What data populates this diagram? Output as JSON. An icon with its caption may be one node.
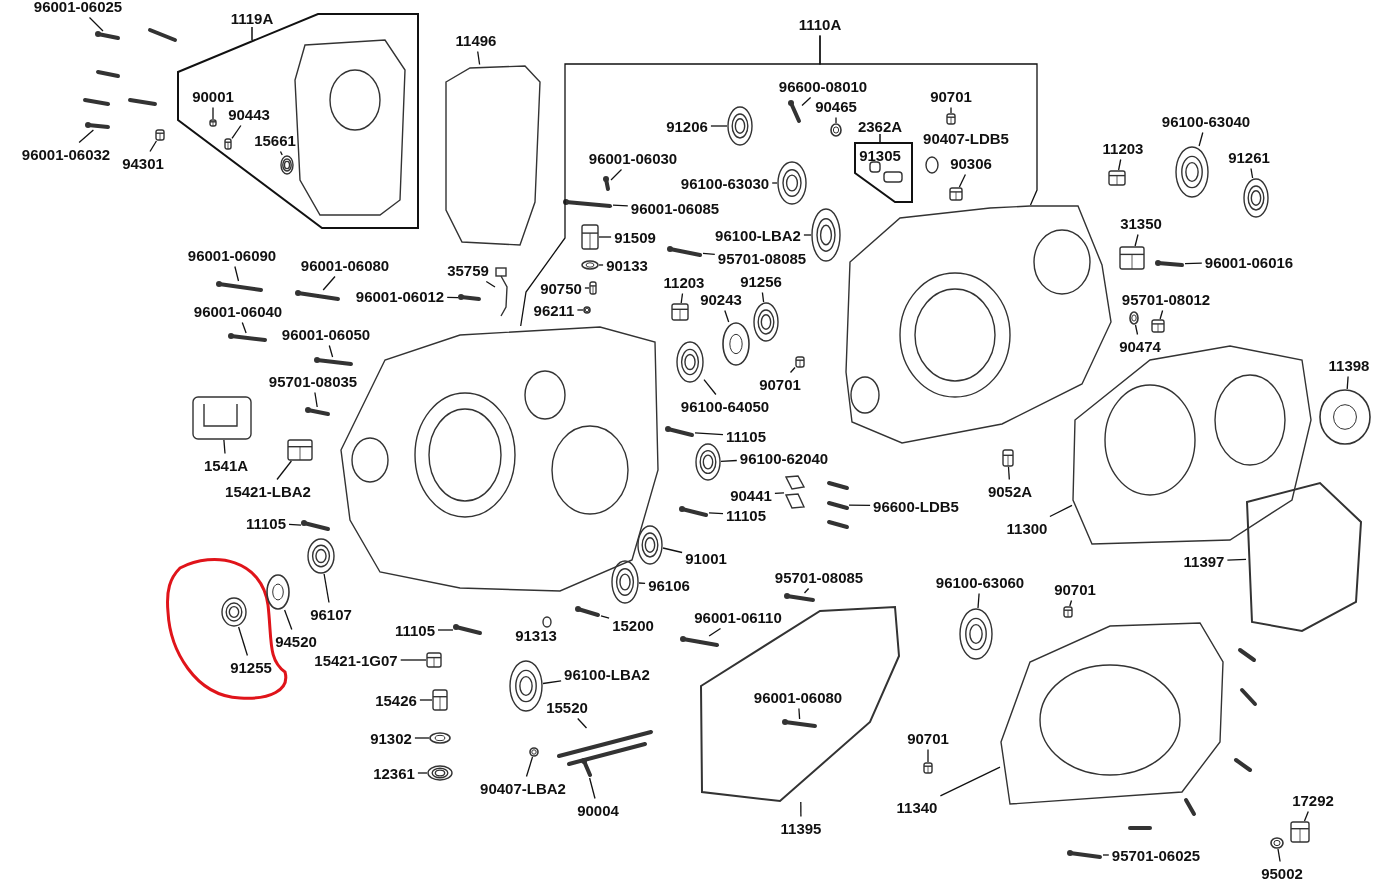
{
  "diagram": {
    "nodes": [
      {
        "text": [
          "96001-06025"
        ]
      },
      {
        "text": [
          "1119A"
        ]
      },
      {
        "text": [
          "90001"
        ],
        "in": 1
      },
      {
        "text": [
          "90443"
        ],
        "in": 1
      },
      {
        "text": [
          "15661"
        ],
        "in": 1
      },
      {
        "text": [
          "96001-06032"
        ]
      },
      {
        "text": [
          "94301"
        ]
      },
      {
        "text": [
          "11496"
        ]
      },
      {
        "text": [
          "1110A"
        ]
      },
      {
        "text": [
          "96600-08010"
        ]
      },
      {
        "text": [
          "90465"
        ]
      },
      {
        "text": [
          "90701"
        ]
      },
      {
        "text": [
          "91206"
        ]
      },
      {
        "text": [
          "2362A"
        ]
      },
      {
        "text": [
          "91305"
        ],
        "in": 13
      },
      {
        "text": [
          "90407-LDB5"
        ]
      },
      {
        "text": [
          "90306"
        ]
      },
      {
        "text": [
          "96100-63040"
        ]
      },
      {
        "text": [
          "11203"
        ]
      },
      {
        "text": [
          "91261"
        ]
      },
      {
        "text": [
          "96001-06030"
        ]
      },
      {
        "text": [
          "96100-63030"
        ]
      },
      {
        "text": [
          "96001-06085"
        ]
      },
      {
        "text": [
          "91509"
        ]
      },
      {
        "text": [
          "96100-LBA2"
        ]
      },
      {
        "text": [
          "95701-08085"
        ]
      },
      {
        "text": [
          "90133"
        ]
      },
      {
        "text": [
          "35759"
        ]
      },
      {
        "text": [
          "96001-06090"
        ]
      },
      {
        "text": [
          "96001-06080"
        ]
      },
      {
        "text": [
          "96001-06012"
        ]
      },
      {
        "text": [
          "90750"
        ]
      },
      {
        "text": [
          "96211"
        ]
      },
      {
        "text": [
          "11203"
        ]
      },
      {
        "text": [
          "90243"
        ]
      },
      {
        "text": [
          "91256"
        ]
      },
      {
        "text": [
          "96001-06040"
        ]
      },
      {
        "text": [
          "96001-06050"
        ]
      },
      {
        "text": [
          "31350"
        ]
      },
      {
        "text": [
          "96001-06016"
        ]
      },
      {
        "text": [
          "95701-08012"
        ]
      },
      {
        "text": [
          "90474"
        ]
      },
      {
        "text": [
          "95701-08035"
        ]
      },
      {
        "text": [
          "90701"
        ]
      },
      {
        "text": [
          "96100-64050"
        ]
      },
      {
        "text": [
          "11398"
        ]
      },
      {
        "text": [
          "1541A"
        ]
      },
      {
        "text": [
          "11105"
        ]
      },
      {
        "text": [
          "15421-LBA2"
        ]
      },
      {
        "text": [
          "96100-62040"
        ]
      },
      {
        "text": [
          "90441"
        ]
      },
      {
        "text": [
          "9052A"
        ]
      },
      {
        "text": [
          "11105"
        ]
      },
      {
        "text": [
          "96600-LDB5"
        ]
      },
      {
        "text": [
          "11105"
        ]
      },
      {
        "text": [
          "11300"
        ]
      },
      {
        "text": [
          "91001"
        ]
      },
      {
        "text": [
          "11397"
        ]
      },
      {
        "text": [
          "96106"
        ]
      },
      {
        "text": [
          "95701-08085"
        ]
      },
      {
        "text": [
          "96100-63060"
        ]
      },
      {
        "text": [
          "90701"
        ]
      },
      {
        "text": [
          "96107"
        ]
      },
      {
        "text": [
          "94520"
        ]
      },
      {
        "text": [
          "91255"
        ]
      },
      {
        "text": [
          "91313"
        ]
      },
      {
        "text": [
          "15200"
        ]
      },
      {
        "text": [
          "96001-06110"
        ]
      },
      {
        "text": [
          "11105"
        ]
      },
      {
        "text": [
          "15421-1G07"
        ]
      },
      {
        "text": [
          "96100-LBA2"
        ]
      },
      {
        "text": [
          "15426"
        ]
      },
      {
        "text": [
          "96001-06080"
        ],
        "in": 160
      },
      {
        "text": [
          "15520"
        ]
      },
      {
        "text": [
          "91302"
        ]
      },
      {
        "text": [
          "90701"
        ]
      },
      {
        "text": [
          "12361"
        ]
      },
      {
        "text": [
          "90407-LBA2"
        ]
      },
      {
        "text": [
          "90004"
        ]
      },
      {
        "text": [
          "11340"
        ]
      },
      {
        "text": [
          "11395"
        ]
      },
      {
        "text": [
          "17292"
        ]
      },
      {
        "text": [
          "95701-06025"
        ]
      },
      {
        "text": [
          "95002"
        ]
      },
      {
        "text": [],
        "shape": "picture"
      },
      {
        "text": [],
        "shape": "picture",
        "in": 1
      },
      {
        "text": [],
        "shape": "picture",
        "in": 1
      },
      {
        "text": [],
        "shape": "picture",
        "in": 1
      },
      {
        "text": [],
        "shape": "picture"
      },
      {
        "text": [],
        "shape": "picture"
      },
      {
        "text": [],
        "shape": "picture"
      },
      {
        "text": [],
        "shape": "picture"
      },
      {
        "text": [],
        "shape": "picture"
      },
      {
        "text": [],
        "shape": "picture"
      },
      {
        "text": [],
        "shape": "picture"
      },
      {
        "text": [],
        "shape": "picture"
      },
      {
        "text": [],
        "shape": "picture"
      },
      {
        "text": [],
        "shape": "picture"
      },
      {
        "text": [],
        "shape": "picture"
      },
      {
        "text": [],
        "shape": "picture"
      },
      {
        "text": [],
        "shape": "picture"
      },
      {
        "text": [],
        "shape": "picture"
      },
      {
        "text": [],
        "shape": "picture"
      },
      {
        "text": [],
        "shape": "picture"
      },
      {
        "text": [],
        "shape": "picture"
      },
      {
        "text": [],
        "shape": "picture"
      },
      {
        "text": [],
        "shape": "picture"
      },
      {
        "text": [],
        "shape": "picture"
      },
      {
        "text": [],
        "shape": "picture"
      },
      {
        "text": [],
        "shape": "picture"
      },
      {
        "text": [],
        "shape": "picture"
      },
      {
        "text": [],
        "shape": "picture"
      },
      {
        "text": [],
        "shape": "picture"
      },
      {
        "text": [],
        "shape": "picture"
      },
      {
        "text": [],
        "shape": "picture"
      },
      {
        "text": [],
        "shape": "picture"
      },
      {
        "text": [],
        "shape": "picture"
      },
      {
        "text": [],
        "shape": "picture"
      },
      {
        "text": [],
        "shape": "picture"
      },
      {
        "text": [],
        "shape": "picture"
      },
      {
        "text": [],
        "shape": "picture"
      },
      {
        "text": [],
        "shape": "picture"
      },
      {
        "text": [],
        "shape": "picture"
      },
      {
        "text": [],
        "shape": "picture"
      },
      {
        "text": [],
        "shape": "picture"
      },
      {
        "text": [],
        "shape": "picture"
      },
      {
        "text": [],
        "shape": "picture"
      },
      {
        "text": [],
        "shape": "picture"
      },
      {
        "text": [],
        "shape": "picture"
      },
      {
        "text": [],
        "shape": "picture"
      },
      {
        "text": [],
        "shape": "picture"
      },
      {
        "text": [],
        "shape": "picture"
      },
      {
        "text": [],
        "shape": "picture"
      },
      {
        "text": [],
        "shape": "picture"
      },
      {
        "text": [],
        "shape": "picture"
      },
      {
        "text": [],
        "shape": "picture"
      },
      {
        "text": [],
        "shape": "picture"
      },
      {
        "text": [],
        "shape": "picture"
      },
      {
        "text": [],
        "shape": "picture"
      },
      {
        "text": [],
        "shape": "picture"
      },
      {
        "text": [],
        "shape": "picture"
      },
      {
        "text": [],
        "shape": "picture"
      },
      {
        "text": [],
        "shape": "picture"
      },
      {
        "text": [],
        "shape": "picture"
      },
      {
        "text": [],
        "shape": "picture"
      },
      {
        "text": [],
        "shape": "picture"
      },
      {
        "text": [],
        "shape": "picture"
      },
      {
        "text": [],
        "shape": "picture"
      },
      {
        "text": [],
        "shape": "picture"
      },
      {
        "text": [],
        "shape": "picture"
      },
      {
        "text": [],
        "shape": "picture"
      },
      {
        "text": [],
        "shape": "picture"
      },
      {
        "text": [],
        "shape": "picture",
        "in": 160
      },
      {
        "text": [],
        "shape": "picture"
      },
      {
        "text": [],
        "shape": "picture"
      },
      {
        "text": [],
        "shape": "picture"
      },
      {
        "text": [],
        "shape": "picture"
      },
      {
        "text": [],
        "shape": "picture"
      },
      {
        "text": [],
        "shape": "picture"
      },
      {
        "text": [],
        "shape": "picture"
      },
      {
        "text": [],
        "shape": "picture"
      },
      {
        "text": [],
        "shape": "picture"
      },
      {
        "text": [],
        "shape": "picture"
      },
      {
        "text": [],
        "shape": "picture"
      }
    ],
    "edges": [
      {
        "from": 0,
        "to": 84,
        "arrow": "none"
      },
      {
        "from": 2,
        "to": 85,
        "arrow": "none"
      },
      {
        "from": 3,
        "to": 86,
        "arrow": "none"
      },
      {
        "from": 4,
        "to": 87,
        "arrow": "none"
      },
      {
        "from": 5,
        "to": 88,
        "arrow": "none"
      },
      {
        "from": 6,
        "to": 89,
        "arrow": "none"
      },
      {
        "from": 7,
        "to": 90,
        "arrow": "none"
      },
      {
        "from": 8,
        "to": 91,
        "arrow": "none"
      },
      {
        "from": 8,
        "to": 92,
        "arrow": "none"
      },
      {
        "from": 9,
        "to": 93,
        "arrow": "none"
      },
      {
        "from": 10,
        "to": 94,
        "arrow": "none"
      },
      {
        "from": 11,
        "to": 95,
        "arrow": "none"
      },
      {
        "from": 12,
        "to": 96,
        "arrow": "none"
      },
      {
        "from": 16,
        "to": 97,
        "arrow": "none"
      },
      {
        "from": 17,
        "to": 98,
        "arrow": "none"
      },
      {
        "from": 18,
        "to": 99,
        "arrow": "none"
      },
      {
        "from": 19,
        "to": 100,
        "arrow": "none"
      },
      {
        "from": 20,
        "to": 101,
        "arrow": "none"
      },
      {
        "from": 21,
        "to": 102,
        "arrow": "none"
      },
      {
        "from": 22,
        "to": 103,
        "arrow": "none"
      },
      {
        "from": 23,
        "to": 104,
        "arrow": "none"
      },
      {
        "from": 24,
        "to": 105,
        "arrow": "none"
      },
      {
        "from": 25,
        "to": 106,
        "arrow": "none"
      },
      {
        "from": 26,
        "to": 107,
        "arrow": "none"
      },
      {
        "from": 27,
        "to": 108,
        "arrow": "none"
      },
      {
        "from": 28,
        "to": 109,
        "arrow": "none"
      },
      {
        "from": 29,
        "to": 110,
        "arrow": "none"
      },
      {
        "from": 30,
        "to": 111,
        "arrow": "none"
      },
      {
        "from": 31,
        "to": 112,
        "arrow": "none"
      },
      {
        "from": 32,
        "to": 113,
        "arrow": "none"
      },
      {
        "from": 33,
        "to": 114,
        "arrow": "none"
      },
      {
        "from": 34,
        "to": 115,
        "arrow": "none"
      },
      {
        "from": 35,
        "to": 116,
        "arrow": "none"
      },
      {
        "from": 36,
        "to": 117,
        "arrow": "none"
      },
      {
        "from": 37,
        "to": 118,
        "arrow": "none"
      },
      {
        "from": 38,
        "to": 119,
        "arrow": "none"
      },
      {
        "from": 39,
        "to": 120,
        "arrow": "none"
      },
      {
        "from": 40,
        "to": 121,
        "arrow": "none"
      },
      {
        "from": 41,
        "to": 122,
        "arrow": "none"
      },
      {
        "from": 42,
        "to": 123,
        "arrow": "none"
      },
      {
        "from": 43,
        "to": 124,
        "arrow": "none"
      },
      {
        "from": 44,
        "to": 125,
        "arrow": "none"
      },
      {
        "from": 45,
        "to": 126,
        "arrow": "none"
      },
      {
        "from": 46,
        "to": 127,
        "arrow": "none"
      },
      {
        "from": 47,
        "to": 128,
        "arrow": "none"
      },
      {
        "from": 48,
        "to": 129,
        "arrow": "none"
      },
      {
        "from": 49,
        "to": 130,
        "arrow": "none"
      },
      {
        "from": 50,
        "to": 131,
        "arrow": "none"
      },
      {
        "from": 51,
        "to": 132,
        "arrow": "none"
      },
      {
        "from": 52,
        "to": 133,
        "arrow": "none"
      },
      {
        "from": 53,
        "to": 134,
        "arrow": "none"
      },
      {
        "from": 54,
        "to": 135,
        "arrow": "none"
      },
      {
        "from": 55,
        "to": 136,
        "arrow": "none"
      },
      {
        "from": 56,
        "to": 137,
        "arrow": "none"
      },
      {
        "from": 57,
        "to": 138,
        "arrow": "none"
      },
      {
        "from": 58,
        "to": 139,
        "arrow": "none"
      },
      {
        "from": 59,
        "to": 140,
        "arrow": "none"
      },
      {
        "from": 60,
        "to": 141,
        "arrow": "none"
      },
      {
        "from": 61,
        "to": 142,
        "arrow": "none"
      },
      {
        "from": 62,
        "to": 143,
        "arrow": "none"
      },
      {
        "from": 63,
        "to": 144,
        "arrow": "none"
      },
      {
        "from": 64,
        "to": 145,
        "arrow": "none"
      },
      {
        "from": 66,
        "to": 146,
        "arrow": "none"
      },
      {
        "from": 67,
        "to": 147,
        "arrow": "none"
      },
      {
        "from": 68,
        "to": 148,
        "arrow": "none"
      },
      {
        "from": 69,
        "to": 149,
        "arrow": "none"
      },
      {
        "from": 70,
        "to": 150,
        "arrow": "none"
      },
      {
        "from": 71,
        "to": 151,
        "arrow": "none"
      },
      {
        "from": 72,
        "to": 152,
        "arrow": "none"
      },
      {
        "from": 73,
        "to": 153,
        "arrow": "none"
      },
      {
        "from": 74,
        "to": 154,
        "arrow": "none"
      },
      {
        "from": 75,
        "to": 155,
        "arrow": "none"
      },
      {
        "from": 76,
        "to": 156,
        "arrow": "none"
      },
      {
        "from": 77,
        "to": 157,
        "arrow": "none"
      },
      {
        "from": 78,
        "to": 158,
        "arrow": "none"
      },
      {
        "from": 79,
        "to": 159,
        "arrow": "none"
      },
      {
        "from": 80,
        "to": 160,
        "arrow": "none"
      },
      {
        "from": 81,
        "to": 161,
        "arrow": "none"
      },
      {
        "from": 82,
        "to": 162,
        "arrow": "none"
      },
      {
        "from": 83,
        "to": 163,
        "arrow": "none"
      }
    ]
  }
}
